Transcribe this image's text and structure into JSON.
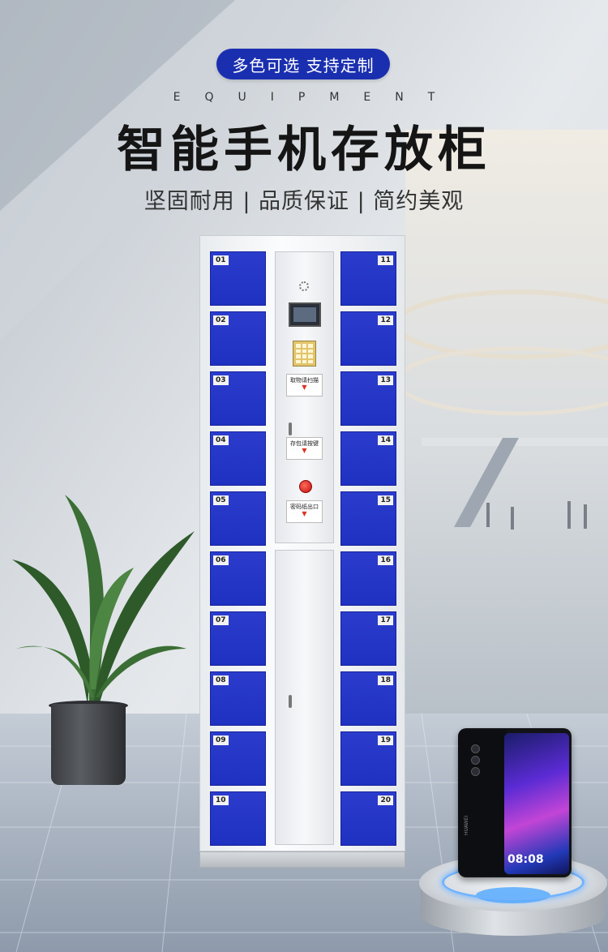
{
  "badge": "多色可选 支持定制",
  "kicker": "EQUIPMENT",
  "title": "智能手机存放柜",
  "subtitle": "坚固耐用 | 品质保证 | 简约美观",
  "cabinet": {
    "left_doors": [
      "01",
      "02",
      "03",
      "04",
      "05",
      "06",
      "07",
      "08",
      "09",
      "10"
    ],
    "right_doors": [
      "11",
      "12",
      "13",
      "14",
      "15",
      "16",
      "17",
      "18",
      "19",
      "20"
    ],
    "labels": {
      "scan": "取物请扫描",
      "store": "存包请按键",
      "code": "密码纸出口"
    }
  },
  "phone": {
    "time": "08:08",
    "brand": "HUAWEI"
  },
  "colors": {
    "badge": "#1a2fb0",
    "doors": "#2336c8"
  }
}
